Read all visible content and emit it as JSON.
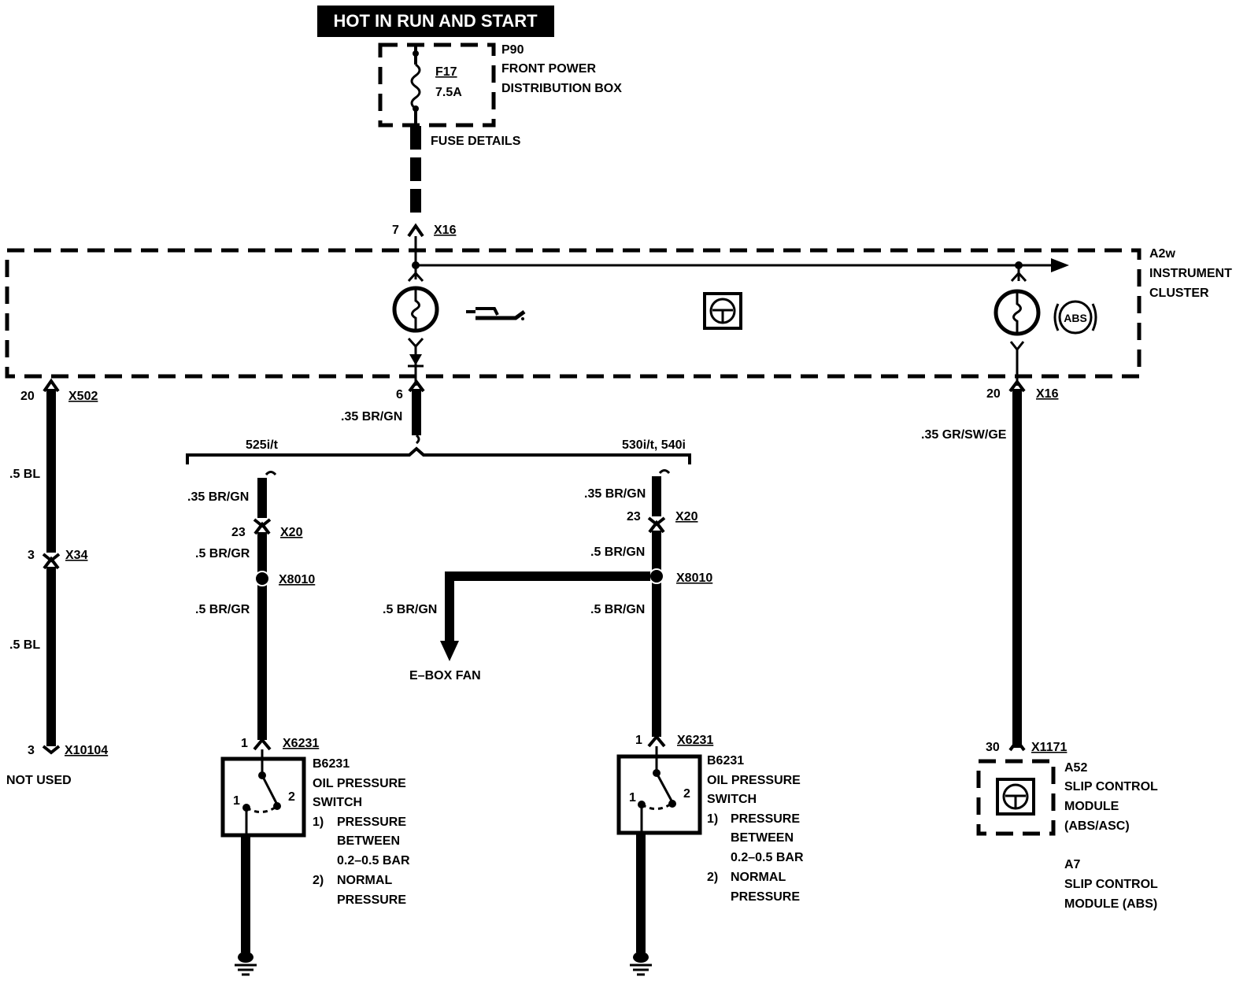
{
  "banner": "HOT IN RUN AND START",
  "fuse": {
    "id": "F17",
    "rating": "7.5A"
  },
  "p90": {
    "id": "P90",
    "line1": "FRONT POWER",
    "line2": "DISTRIBUTION BOX"
  },
  "fuse_details": "FUSE DETAILS",
  "top_connector": {
    "pin": "7",
    "name": "X16"
  },
  "cluster": {
    "id": "A2w",
    "line1": "INSTRUMENT",
    "line2": "CLUSTER",
    "abs_symbol": "ABS"
  },
  "left_branch": {
    "pin_top": "20",
    "conn_top": "X502",
    "wire1": ".5 BL",
    "pin_mid": "3",
    "conn_mid": "X34",
    "wire2": ".5 BL",
    "pin_bot": "3",
    "conn_bot": "X10104",
    "note": "NOT USED"
  },
  "center": {
    "pin": "6",
    "wire": ".35 BR/GN",
    "variant_left": "525i/t",
    "variant_right": "530i/t, 540i"
  },
  "switch_left": {
    "wire_top": ".35 BR/GN",
    "pin_x20": "23",
    "conn_x20": "X20",
    "wire_mid": ".5 BR/GR",
    "conn_x8010": "X8010",
    "wire_low": ".5 BR/GR",
    "pin_x6231": "1",
    "conn_x6231": "X6231",
    "contact1": "1",
    "contact2": "2",
    "id": "B6231",
    "title1": "OIL PRESSURE",
    "title2": "SWITCH",
    "note1_num": "1)",
    "note1_l1": "PRESSURE",
    "note1_l2": "BETWEEN",
    "note1_l3": "0.2–0.5 BAR",
    "note2_num": "2)",
    "note2_l1": "NORMAL",
    "note2_l2": "PRESSURE"
  },
  "switch_right": {
    "wire_top": ".35 BR/GN",
    "pin_x20": "23",
    "conn_x20": "X20",
    "wire_mid": ".5 BR/GN",
    "conn_x8010": "X8010",
    "wire_low": ".5 BR/GN",
    "pin_x6231": "1",
    "conn_x6231": "X6231",
    "contact1": "1",
    "contact2": "2",
    "id": "B6231",
    "title1": "OIL PRESSURE",
    "title2": "SWITCH",
    "note1_num": "1)",
    "note1_l1": "PRESSURE",
    "note1_l2": "BETWEEN",
    "note1_l3": "0.2–0.5 BAR",
    "note2_num": "2)",
    "note2_l1": "NORMAL",
    "note2_l2": "PRESSURE"
  },
  "ebox": {
    "wire": ".5 BR/GN",
    "label": "E–BOX FAN"
  },
  "right_branch": {
    "pin_top": "20",
    "conn_top": "X16",
    "wire": ".35 GR/SW/GE",
    "pin_bot": "30",
    "conn_bot": "X1171",
    "module_id": "A52",
    "module_l1": "SLIP CONTROL",
    "module_l2": "MODULE",
    "module_l3": "(ABS/ASC)",
    "alt_id": "A7",
    "alt_l1": "SLIP CONTROL",
    "alt_l2": "MODULE (ABS)"
  },
  "icons": {
    "fuse": "fuse-icon",
    "warning_lamps": "lamp-icon",
    "oil_can": "oil-can-icon",
    "steering_wheel": "steering-wheel-icon",
    "abs_warning": "abs-warning-icon",
    "ground": "ground-icon",
    "arrow": "arrow-icon"
  }
}
